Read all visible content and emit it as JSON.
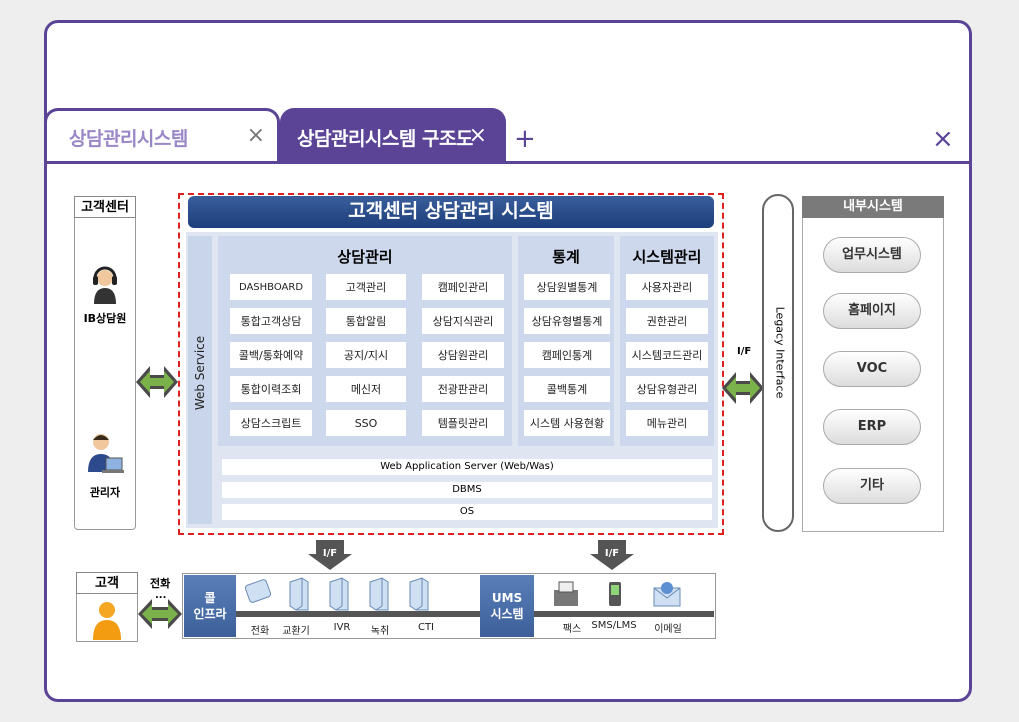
{
  "tabs": [
    {
      "label": "상담관리시스템",
      "close": "×"
    },
    {
      "label": "상담관리시스템 구조도",
      "close": "×"
    }
  ],
  "new_tab": "+",
  "close_window": "×",
  "diagram": {
    "title": "고객센터 상담관리 시스템",
    "contact_center": {
      "title": "고객센터",
      "roles": [
        "IB상담원",
        "관리자"
      ]
    },
    "web_service": "Web Service",
    "counsel": {
      "title": "상담관리",
      "cells": [
        [
          "DASHBOARD",
          "고객관리",
          "캠페인관리"
        ],
        [
          "통합고객상담",
          "통합알림",
          "상담지식관리"
        ],
        [
          "콜백/통화예약",
          "공지/지시",
          "상담원관리"
        ],
        [
          "통합이력조회",
          "메신저",
          "전광판관리"
        ],
        [
          "상담스크립트",
          "SSO",
          "템플릿관리"
        ]
      ]
    },
    "stats": {
      "title": "통계",
      "cells": [
        "상담원별통계",
        "상담유형별통계",
        "캠페인통계",
        "콜백통계",
        "시스템 사용현황"
      ]
    },
    "sysmgmt": {
      "title": "시스템관리",
      "cells": [
        "사용자관리",
        "권한관리",
        "시스템코드관리",
        "상담유형관리",
        "메뉴관리"
      ]
    },
    "infra_bars": [
      "Web Application Server (Web/Was)",
      "DBMS",
      "OS"
    ],
    "if_label": "I/F",
    "legacy": "Legacy Interface",
    "internal": {
      "title": "내부시스템",
      "items": [
        "업무시스템",
        "홈페이지",
        "VOC",
        "ERP",
        "기타"
      ]
    },
    "customer": {
      "title": "고객",
      "channel": "전화",
      "channel_more": "..."
    },
    "call_infra": {
      "title": "콜\n인프라",
      "items": [
        "전화",
        "교환기",
        "IVR",
        "녹취",
        "CTI"
      ]
    },
    "ums": {
      "title": "UMS\n시스템",
      "items": [
        "팩스",
        "SMS/LMS",
        "이메일"
      ]
    },
    "if_down": [
      "I/F",
      "I/F"
    ]
  }
}
